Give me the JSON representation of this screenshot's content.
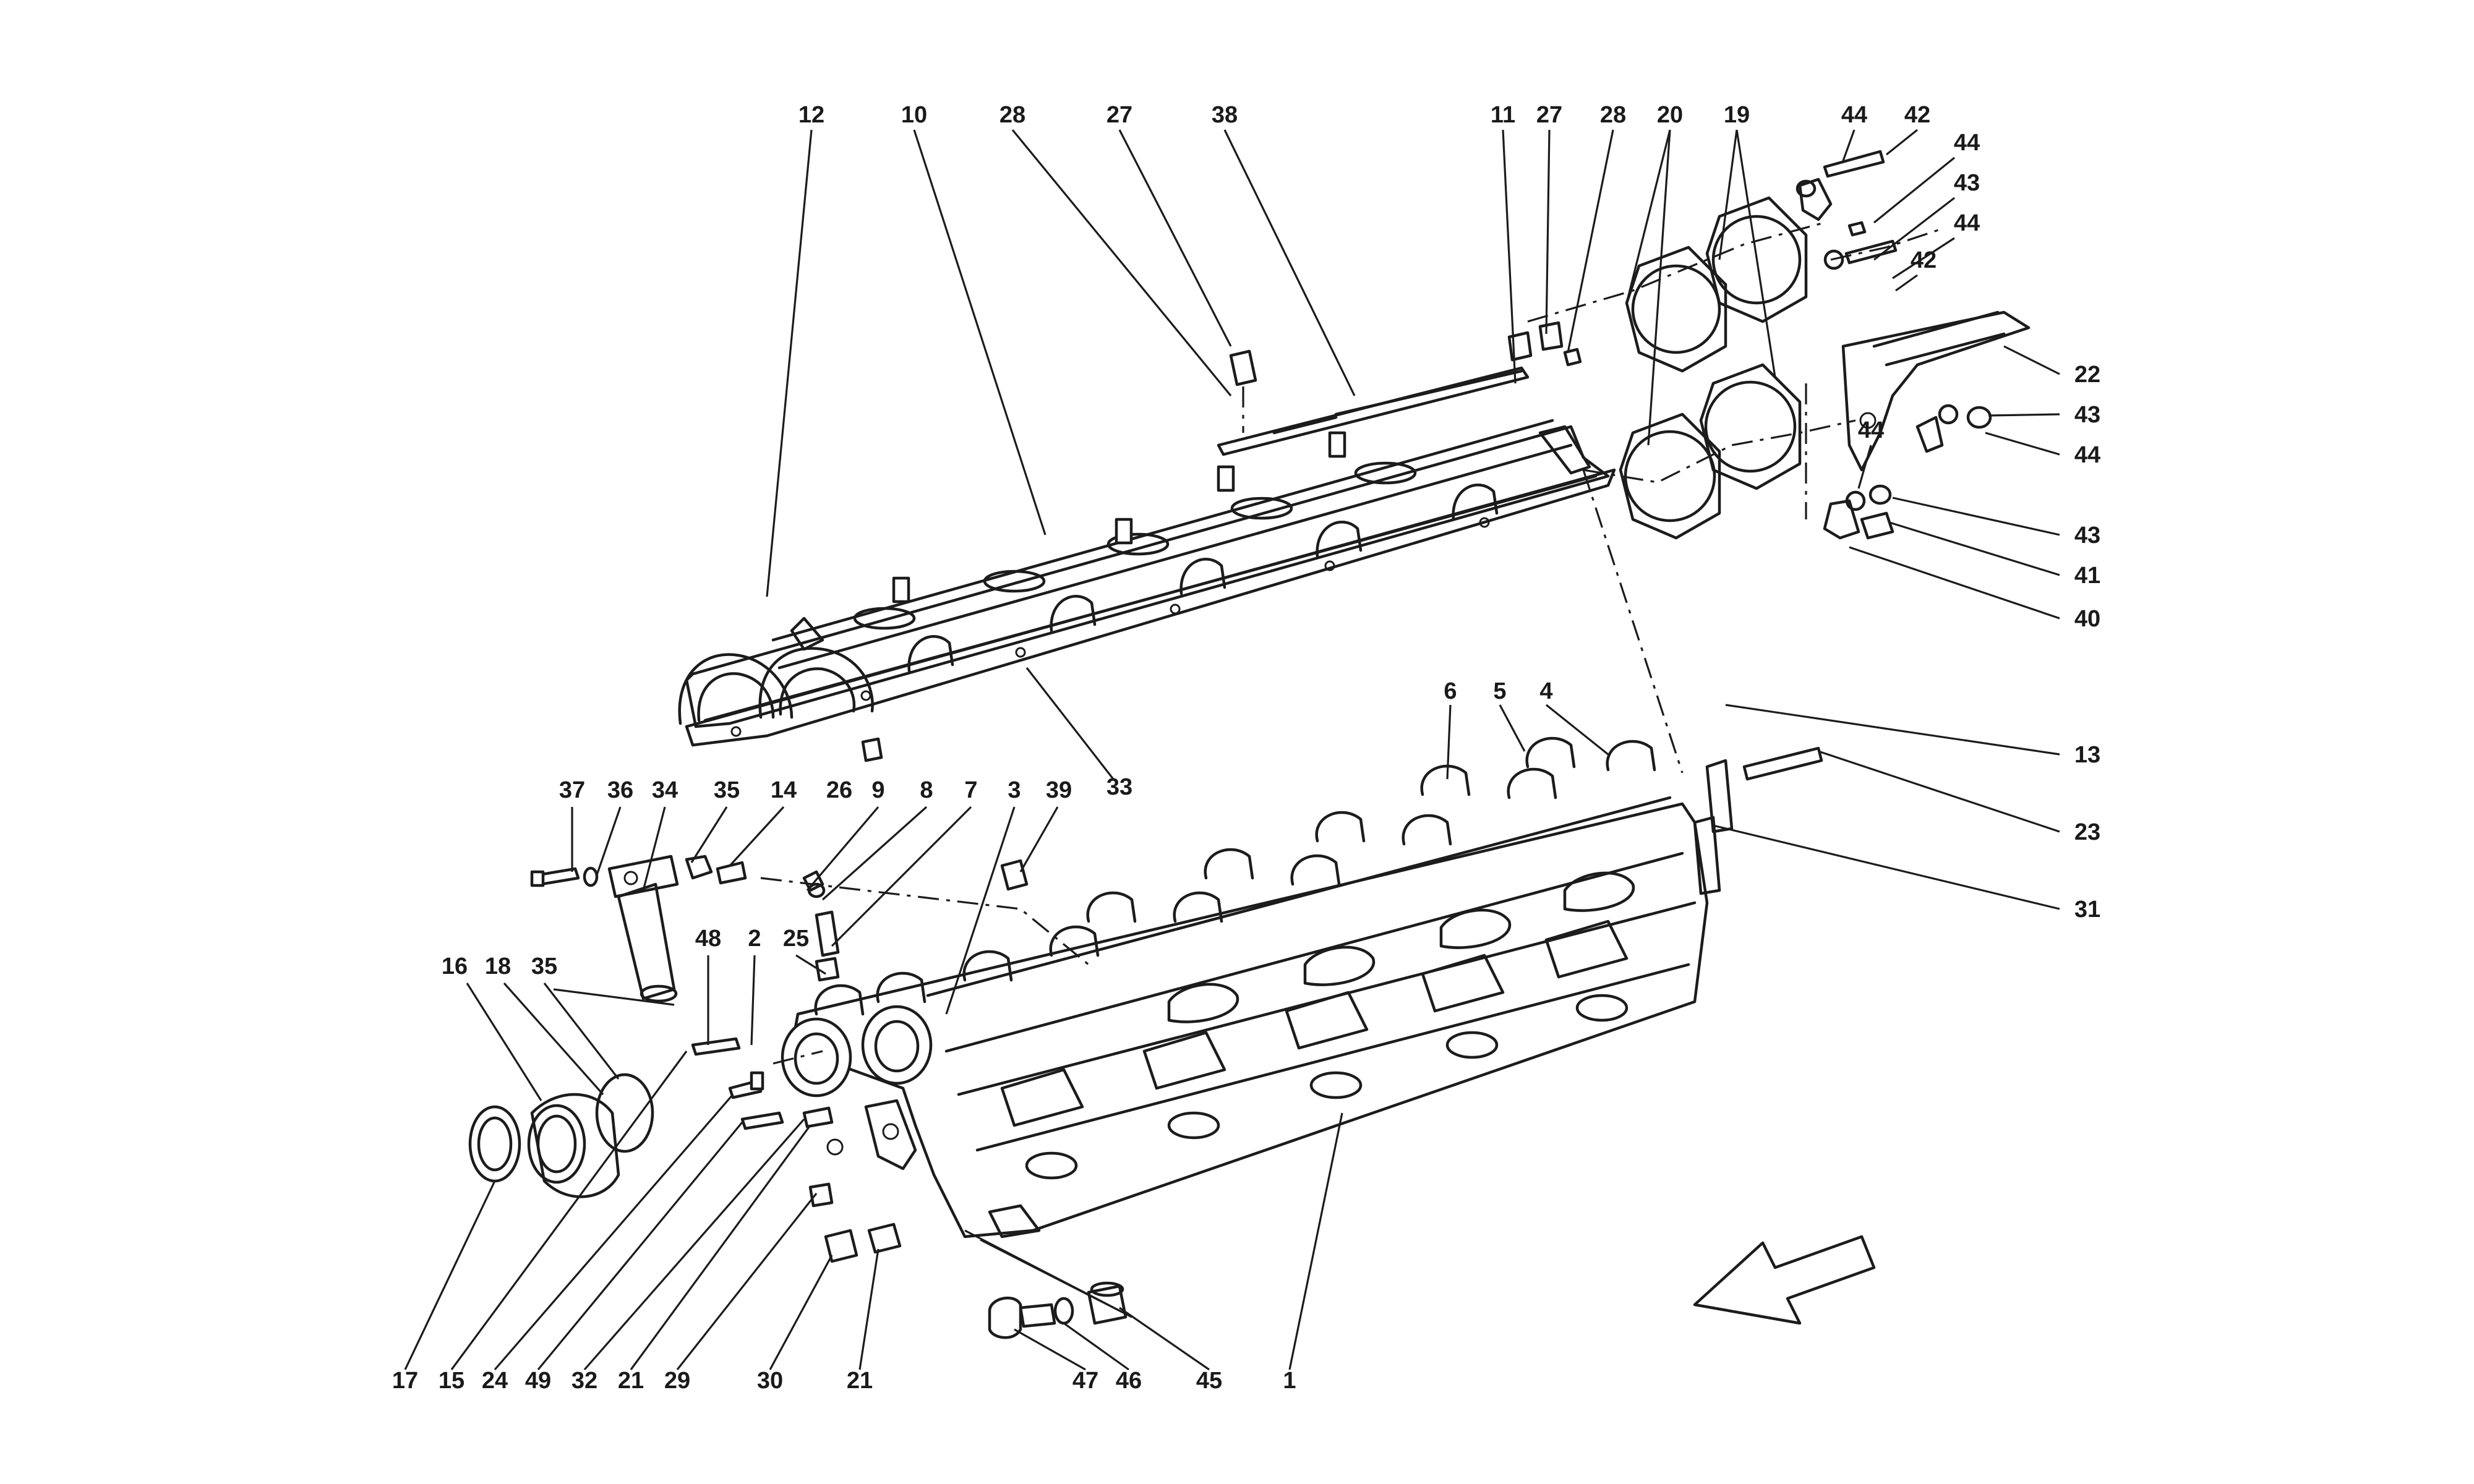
{
  "callouts": [
    {
      "id": "c12a",
      "text": "12"
    },
    {
      "id": "c10a",
      "text": "10"
    },
    {
      "id": "c28a",
      "text": "28"
    },
    {
      "id": "c27a",
      "text": "27"
    },
    {
      "id": "c38",
      "text": "38"
    },
    {
      "id": "c11",
      "text": "11"
    },
    {
      "id": "c27b",
      "text": "27"
    },
    {
      "id": "c28b",
      "text": "28"
    },
    {
      "id": "c20",
      "text": "20"
    },
    {
      "id": "c19",
      "text": "19"
    },
    {
      "id": "c44a",
      "text": "44"
    },
    {
      "id": "c42a",
      "text": "42"
    },
    {
      "id": "c44b",
      "text": "44"
    },
    {
      "id": "c43a",
      "text": "43"
    },
    {
      "id": "c44c",
      "text": "44"
    },
    {
      "id": "c42b",
      "text": "42"
    },
    {
      "id": "c22",
      "text": "22"
    },
    {
      "id": "c43b",
      "text": "43"
    },
    {
      "id": "c44d",
      "text": "44"
    },
    {
      "id": "c44e",
      "text": "44"
    },
    {
      "id": "c43c",
      "text": "43"
    },
    {
      "id": "c41",
      "text": "41"
    },
    {
      "id": "c40",
      "text": "40"
    },
    {
      "id": "c33",
      "text": "33"
    },
    {
      "id": "c6",
      "text": "6"
    },
    {
      "id": "c5",
      "text": "5"
    },
    {
      "id": "c4",
      "text": "4"
    },
    {
      "id": "c13",
      "text": "13"
    },
    {
      "id": "c23",
      "text": "23"
    },
    {
      "id": "c31",
      "text": "31"
    },
    {
      "id": "c37",
      "text": "37"
    },
    {
      "id": "c36",
      "text": "36"
    },
    {
      "id": "c34",
      "text": "34"
    },
    {
      "id": "c35a",
      "text": "35"
    },
    {
      "id": "c14",
      "text": "14"
    },
    {
      "id": "c26",
      "text": "26"
    },
    {
      "id": "c9",
      "text": "9"
    },
    {
      "id": "c8",
      "text": "8"
    },
    {
      "id": "c7",
      "text": "7"
    },
    {
      "id": "c3",
      "text": "3"
    },
    {
      "id": "c39",
      "text": "39"
    },
    {
      "id": "c48",
      "text": "48"
    },
    {
      "id": "c2",
      "text": "2"
    },
    {
      "id": "c25",
      "text": "25"
    },
    {
      "id": "c16",
      "text": "16"
    },
    {
      "id": "c18",
      "text": "18"
    },
    {
      "id": "c35b",
      "text": "35"
    },
    {
      "id": "c17",
      "text": "17"
    },
    {
      "id": "c15",
      "text": "15"
    },
    {
      "id": "c24",
      "text": "24"
    },
    {
      "id": "c49",
      "text": "49"
    },
    {
      "id": "c32",
      "text": "32"
    },
    {
      "id": "c21a",
      "text": "21"
    },
    {
      "id": "c29",
      "text": "29"
    },
    {
      "id": "c30",
      "text": "30"
    },
    {
      "id": "c21b",
      "text": "21"
    },
    {
      "id": "c47",
      "text": "47"
    },
    {
      "id": "c46",
      "text": "46"
    },
    {
      "id": "c45",
      "text": "45"
    },
    {
      "id": "c1",
      "text": "1"
    }
  ]
}
